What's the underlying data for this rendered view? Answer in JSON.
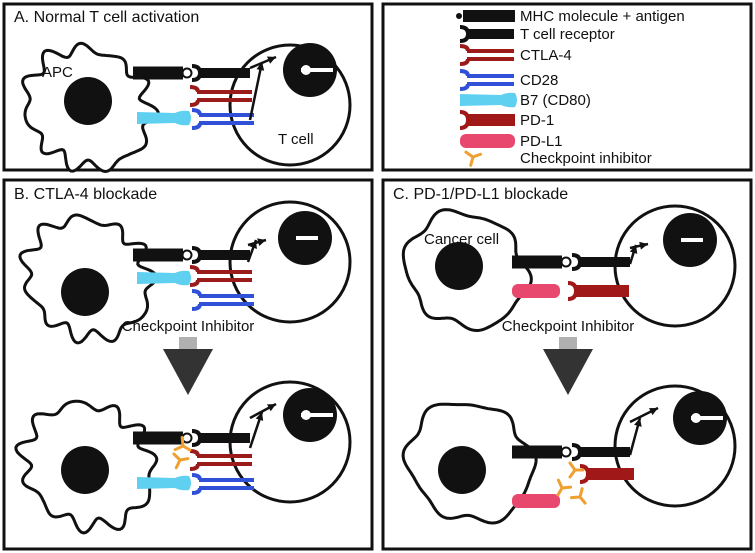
{
  "panels": {
    "a": {
      "title": "A. Normal T cell activation",
      "apc": "APC",
      "tcell": "T cell"
    },
    "b": {
      "title": "B. CTLA-4 blockade",
      "arrow_label": "Checkpoint Inhibitor"
    },
    "c": {
      "title": "C. PD-1/PD-L1 blockade",
      "cancer": "Cancer cell",
      "arrow_label": "Checkpoint Inhibitor"
    }
  },
  "legend": [
    {
      "key": "mhc",
      "label": "MHC molecule + antigen"
    },
    {
      "key": "tcr",
      "label": "T cell receptor"
    },
    {
      "key": "ctla4",
      "label": "CTLA-4"
    },
    {
      "key": "cd28",
      "label": "CD28"
    },
    {
      "key": "b7",
      "label": "B7 (CD80)"
    },
    {
      "key": "pd1",
      "label": "PD-1"
    },
    {
      "key": "pdl1",
      "label": "PD-L1"
    },
    {
      "key": "inhib",
      "label": "Checkpoint inhibitor"
    }
  ],
  "colors": {
    "mhc": "#111111",
    "ctla4": "#9b1b1b",
    "cd28": "#3050d8",
    "b7": "#5fd0ef",
    "pd1": "#a01818",
    "pdl1": "#e8476e",
    "inhib": "#f0a030",
    "arrow": "#b0b0b0"
  }
}
